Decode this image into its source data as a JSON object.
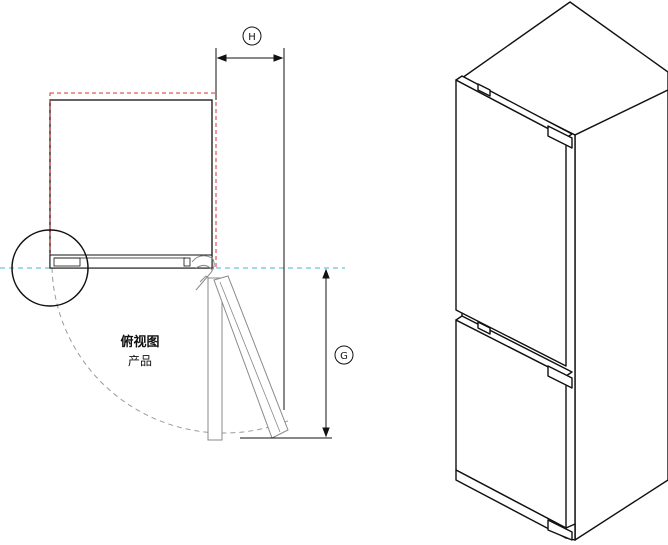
{
  "top_view": {
    "title": "俯视图",
    "subtitle": "产品",
    "dimension_h": "H",
    "dimension_g": "G"
  },
  "colors": {
    "outline": "#111111",
    "clearance_dashed": "#d9312b",
    "pivot_line": "#45b4d8",
    "swing_arc": "#9a9a9a",
    "door_open": "#8a8a8a"
  },
  "icons": [
    "fridge-isometric-illustration"
  ]
}
